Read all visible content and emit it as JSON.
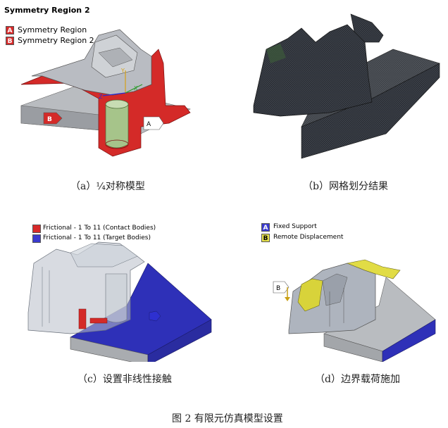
{
  "panel_a": {
    "title": "Symmetry Region 2",
    "legend": [
      {
        "key": "A",
        "label": "Symmetry Region"
      },
      {
        "key": "B",
        "label": "Symmetry Region 2"
      }
    ],
    "callouts": [
      "B",
      "A"
    ],
    "axes": [
      "X",
      "Y",
      "Z"
    ],
    "caption": "（a）¼对称模型"
  },
  "panel_b": {
    "caption": "（b）网格划分结果"
  },
  "panel_c": {
    "legend": [
      {
        "label": "Frictional - 1 To 11 (Contact Bodies)",
        "color": "#d82a2a"
      },
      {
        "label": "Frictional - 1 To 11 (Target Bodies)",
        "color": "#3a3acf"
      }
    ],
    "caption": "（c）设置非线性接触"
  },
  "panel_d": {
    "legend": [
      {
        "key": "A",
        "label": "Fixed Support",
        "color": "#3a3acf"
      },
      {
        "key": "B",
        "label": "Remote Displacement",
        "color": "#e6e14a"
      }
    ],
    "callouts": [
      "B"
    ],
    "caption": "（d）边界载荷施加"
  },
  "figure_title": "图 2  有限元仿真模型设置"
}
